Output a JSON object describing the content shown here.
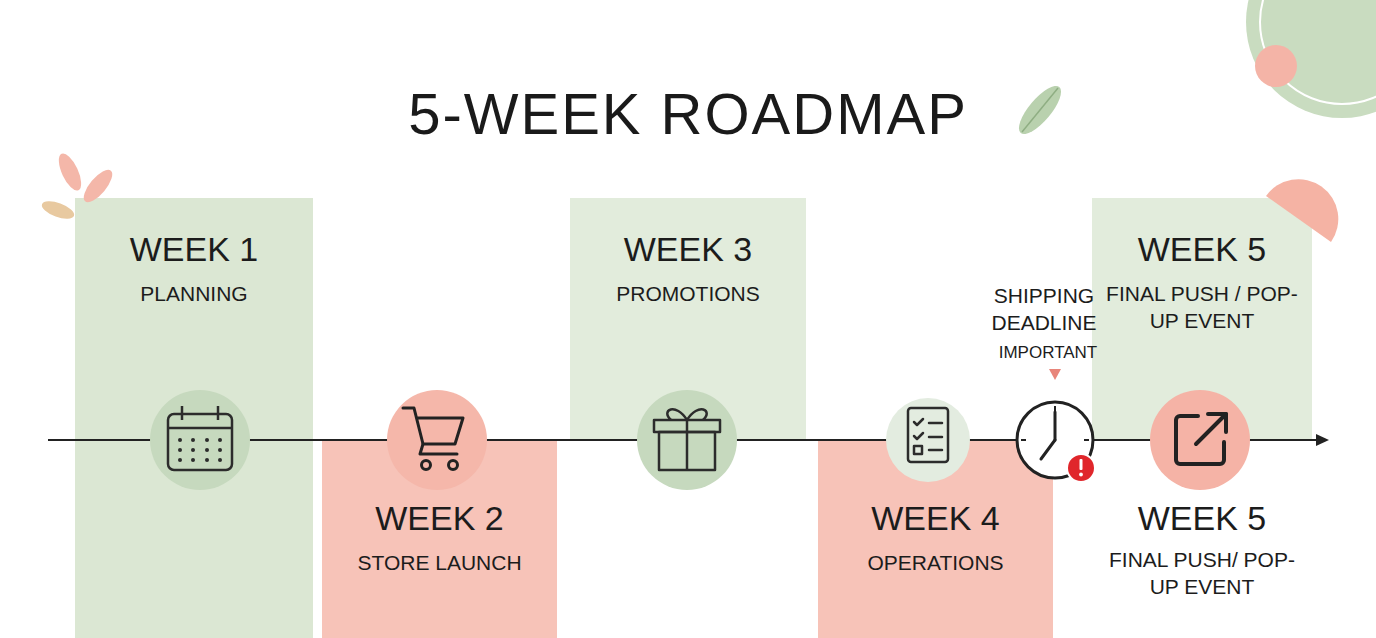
{
  "diagram": {
    "title": "5-WEEK ROADMAP",
    "nodes": [
      {
        "text": [
          "WEEK 1",
          "PLANNING"
        ]
      },
      {
        "text": [
          "WEEK 2",
          "STORE LAUNCH"
        ]
      },
      {
        "text": [
          "WEEK 3",
          "PROMOTIONS"
        ]
      },
      {
        "text": [
          "WEEK 4",
          "OPERATIONS"
        ]
      },
      {
        "text": [
          "WEEK 5",
          "FINAL PUSH / POP-UP EVENT"
        ]
      }
    ],
    "labels": [
      "SHIPPING DEADLINE",
      "IMPORTANT",
      "WEEK 5",
      "FINAL PUSH/ POP-UP EVENT"
    ]
  }
}
